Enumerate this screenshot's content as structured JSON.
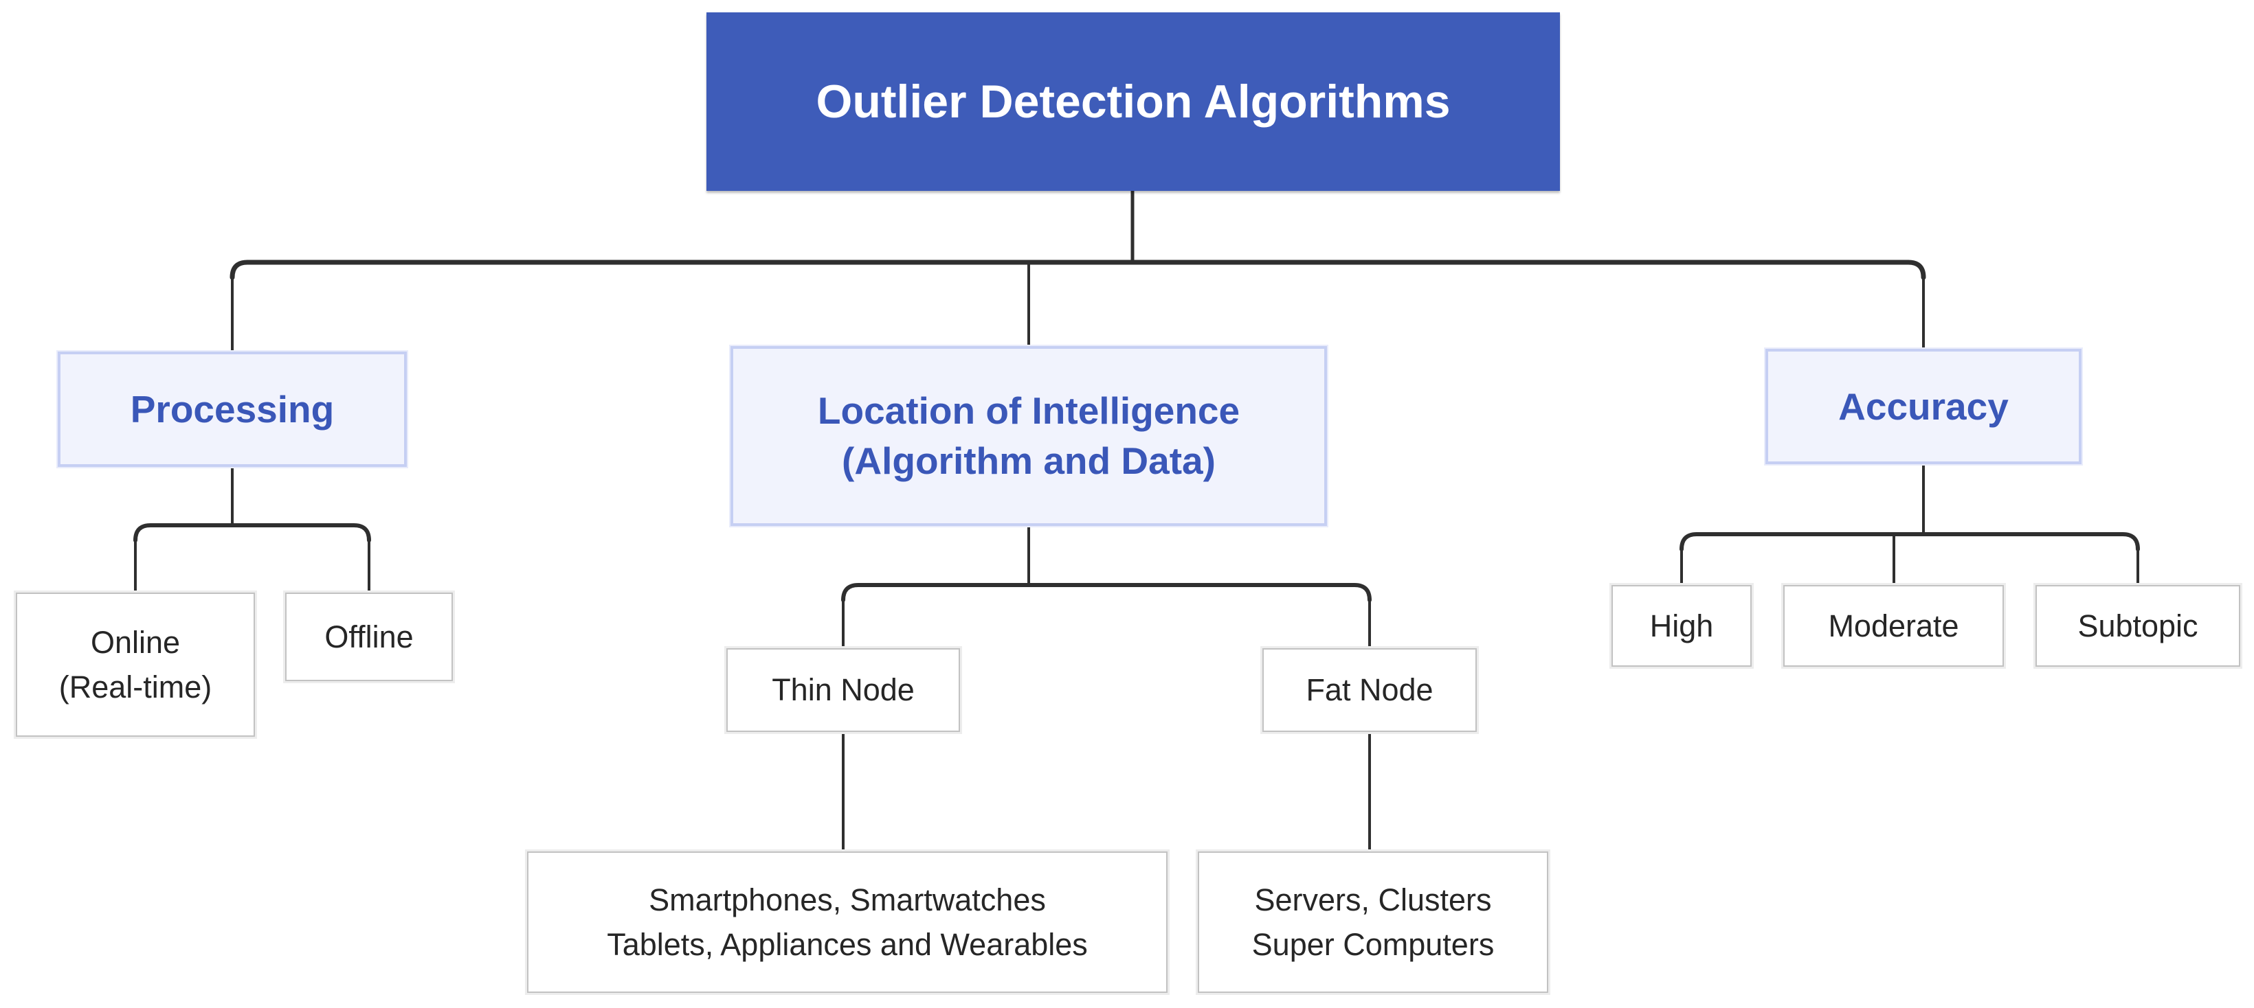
{
  "diagram_title": "Outlier Detection Algorithms",
  "nodes": {
    "root": {
      "label": "Outlier Detection Algorithms"
    },
    "processing": {
      "label": "Processing"
    },
    "location": {
      "label": "Location of Intelligence\n(Algorithm and Data)"
    },
    "accuracy": {
      "label": "Accuracy"
    },
    "online": {
      "label": "Online\n(Real-time)"
    },
    "offline": {
      "label": "Offline"
    },
    "thin_node": {
      "label": "Thin Node"
    },
    "fat_node": {
      "label": "Fat Node"
    },
    "thin_node_examples": {
      "label": "Smartphones, Smartwatches\nTablets, Appliances and Wearables"
    },
    "fat_node_examples": {
      "label": "Servers, Clusters\nSuper Computers"
    },
    "high": {
      "label": "High"
    },
    "moderate": {
      "label": "Moderate"
    },
    "subtopic": {
      "label": "Subtopic"
    }
  },
  "edges": [
    [
      "Outlier Detection Algorithms",
      "Processing"
    ],
    [
      "Outlier Detection Algorithms",
      "Location of Intelligence (Algorithm and Data)"
    ],
    [
      "Outlier Detection Algorithms",
      "Accuracy"
    ],
    [
      "Processing",
      "Online (Real-time)"
    ],
    [
      "Processing",
      "Offline"
    ],
    [
      "Location of Intelligence (Algorithm and Data)",
      "Thin Node"
    ],
    [
      "Location of Intelligence (Algorithm and Data)",
      "Fat Node"
    ],
    [
      "Thin Node",
      "Smartphones, Smartwatches Tablets, Appliances and Wearables"
    ],
    [
      "Fat Node",
      "Servers, Clusters Super Computers"
    ],
    [
      "Accuracy",
      "High"
    ],
    [
      "Accuracy",
      "Moderate"
    ],
    [
      "Accuracy",
      "Subtopic"
    ]
  ],
  "colors": {
    "canvas_bg": "#ffffff",
    "root_bg": "#3e5cb9",
    "root_text": "#ffffff",
    "branch_bg": "#f1f3fd",
    "branch_border": "#c6cff3",
    "branch_text": "#3a57b8",
    "leaf_bg": "#ffffff",
    "leaf_border": "#c2c2c2",
    "leaf_text": "#262626",
    "line": "#2f2f2f"
  }
}
